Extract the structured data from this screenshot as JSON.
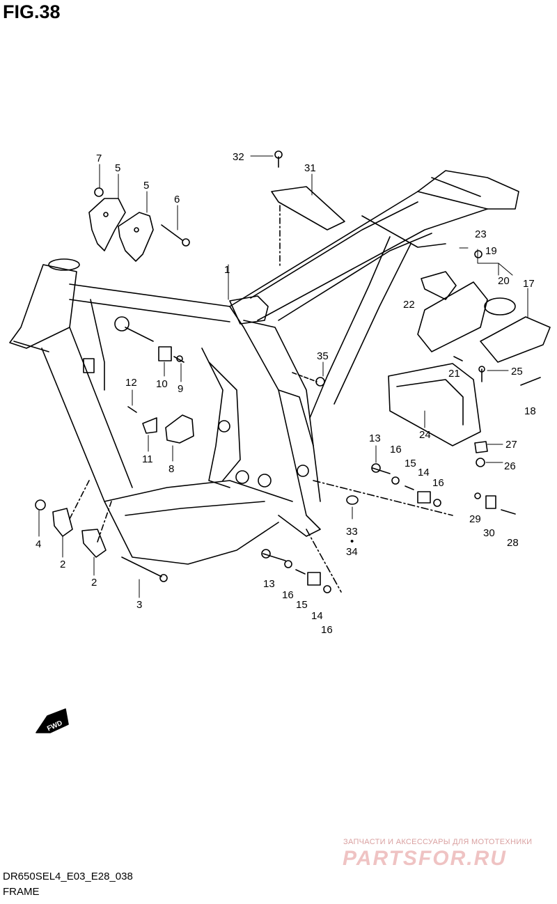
{
  "figure": {
    "title": "FIG.38",
    "code": "DR650SEL4_E03_E28_038",
    "name": "FRAME",
    "fwd_label": "FWD"
  },
  "watermark": {
    "tagline": "ЗАПЧАСТИ И АКСЕССУАРЫ ДЛЯ МОТОТЕХНИКИ",
    "logo": "PARTSFOR.RU"
  },
  "callouts": {
    "p1": "1",
    "p2a": "2",
    "p2b": "2",
    "p3": "3",
    "p4": "4",
    "p5a": "5",
    "p5b": "5",
    "p6": "6",
    "p7": "7",
    "p8": "8",
    "p9": "9",
    "p10": "10",
    "p11": "11",
    "p12": "12",
    "p13a": "13",
    "p13b": "13",
    "p14a": "14",
    "p14b": "14",
    "p15a": "15",
    "p15b": "15",
    "p16a": "16",
    "p16b": "16",
    "p16c": "16",
    "p16d": "16",
    "p17": "17",
    "p18": "18",
    "p19": "19",
    "p20": "20",
    "p21": "21",
    "p22": "22",
    "p23": "23",
    "p24": "24",
    "p25": "25",
    "p26": "26",
    "p27": "27",
    "p28": "28",
    "p29": "29",
    "p30": "30",
    "p31": "31",
    "p32": "32",
    "p33": "33",
    "p34": "34",
    "p35": "35",
    "p3334sep": "•"
  }
}
